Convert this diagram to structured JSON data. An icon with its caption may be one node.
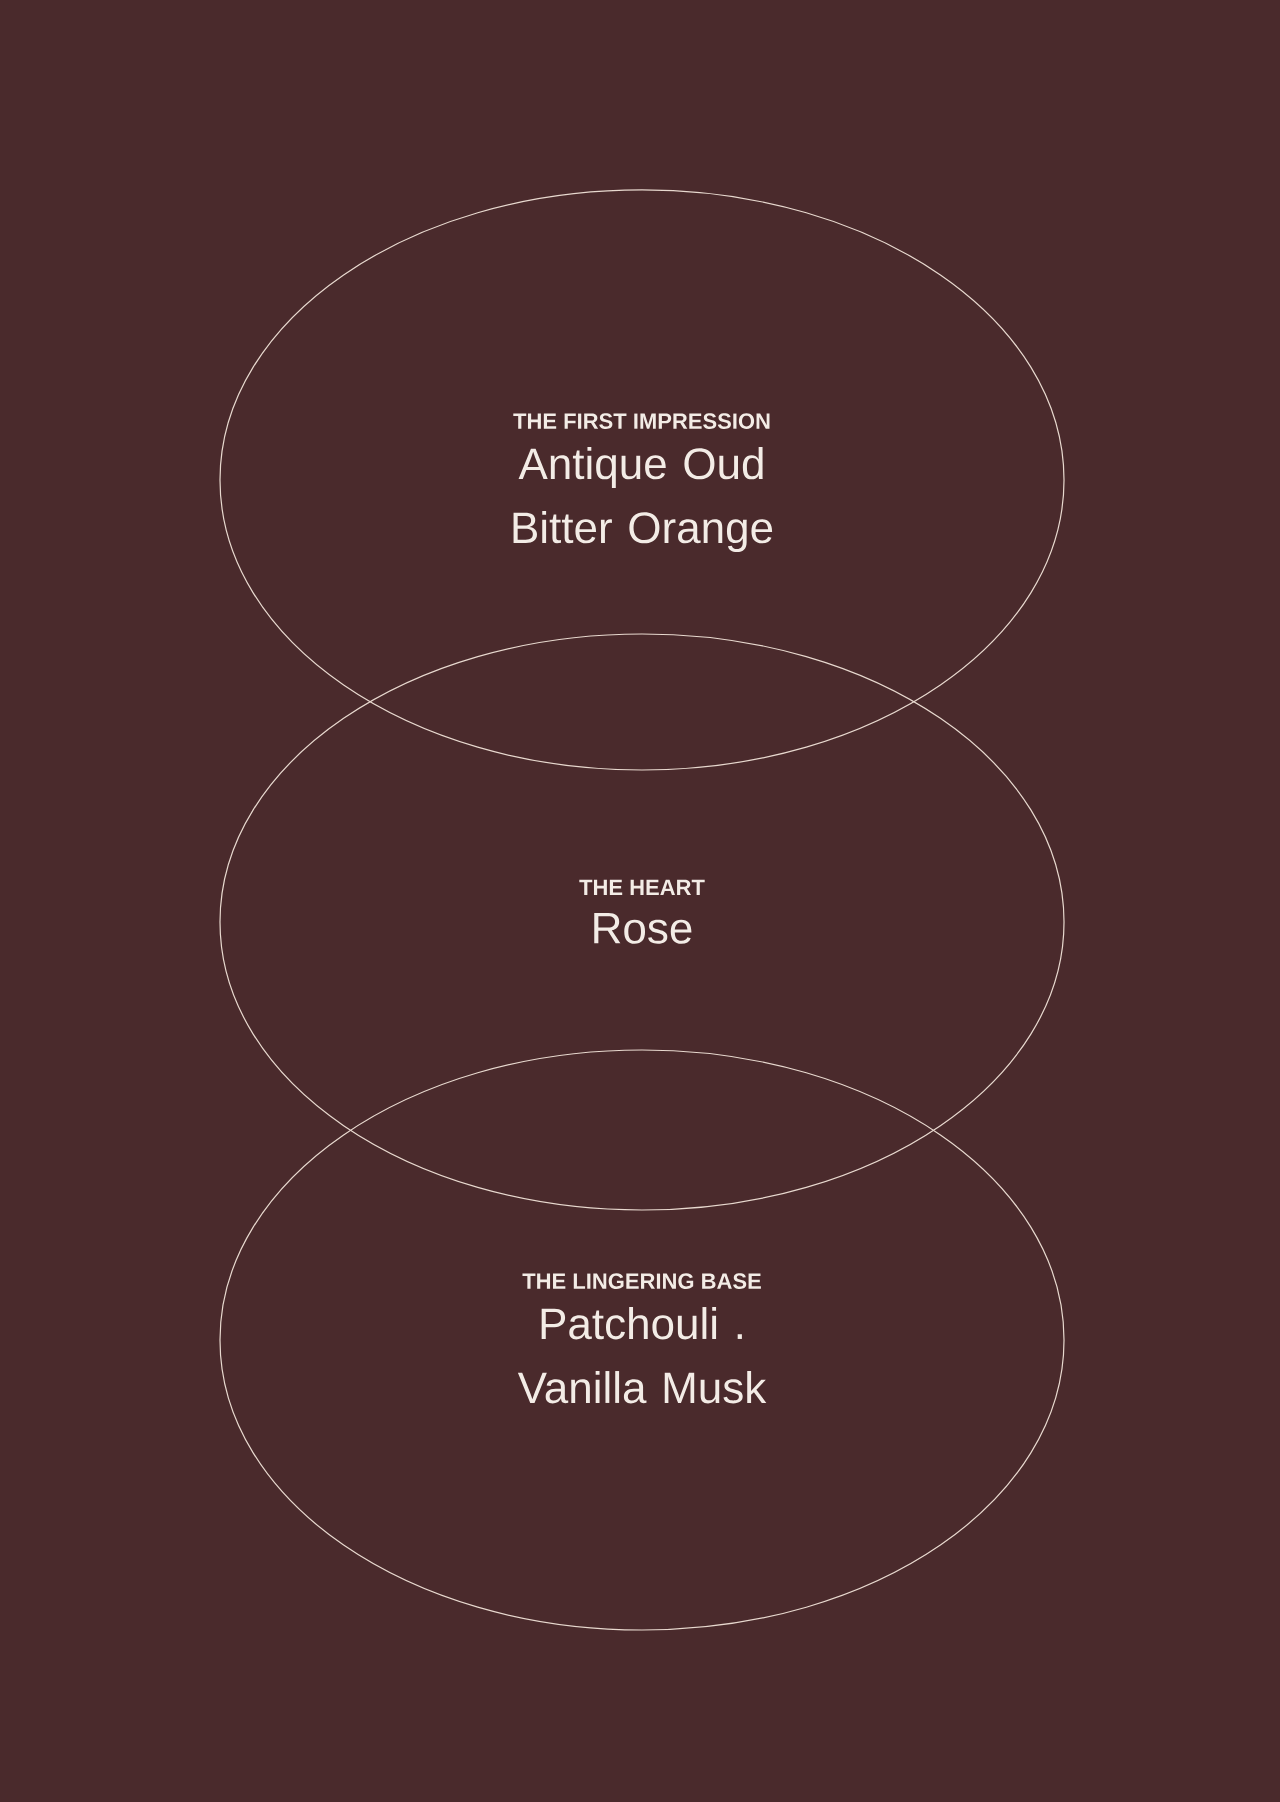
{
  "diagram": {
    "nodes": [
      {
        "text": [
          "THE FIRST IMPRESSION",
          "Antique Oud Bitter Orange"
        ]
      },
      {
        "text": [
          "THE HEART",
          "Rose"
        ]
      },
      {
        "text": [
          "THE LINGERING BASE",
          "Patchouli . Vanilla Musk"
        ]
      }
    ]
  }
}
